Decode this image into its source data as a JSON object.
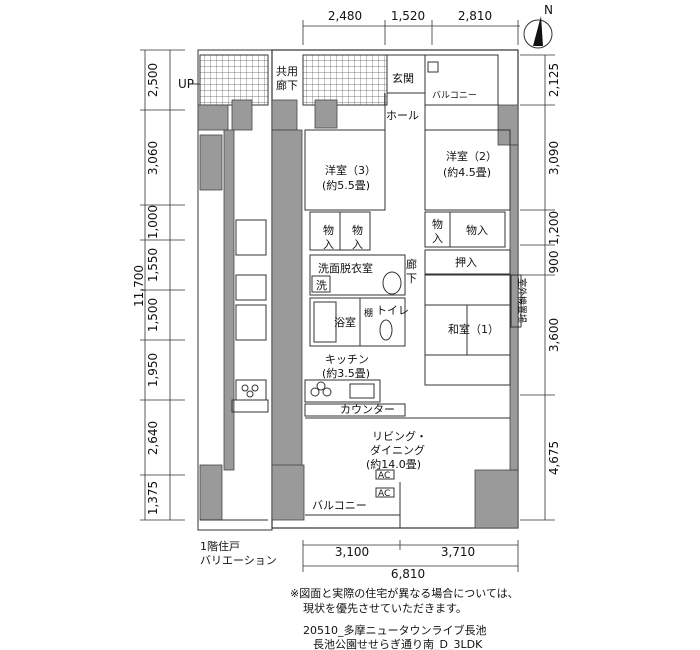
{
  "dimensions_top": [
    "2,480",
    "1,520",
    "2,810"
  ],
  "dimensions_bottom_sub": [
    "3,100",
    "3,710"
  ],
  "dimensions_bottom_total": "6,810",
  "dimensions_left": [
    "2,500",
    "3,060",
    "1,000",
    "1,550",
    "1,500",
    "1,950",
    "2,640",
    "1,375"
  ],
  "dimension_left_total": "11,700",
  "dimensions_right": [
    "2,125",
    "3,090",
    "1,200",
    "900",
    "3,600",
    "4,675"
  ],
  "compass_label": "N",
  "rooms": {
    "up": "UP",
    "shared_corridor": [
      "共用",
      "廊下"
    ],
    "entrance": "玄関",
    "balcony_top": "バルコニー",
    "hall": "ホール",
    "western3": [
      "洋室（3）",
      "(約5.5畳)"
    ],
    "western2": [
      "洋室（2）",
      "(約4.5畳)"
    ],
    "storage": "物入",
    "storage_small": [
      "物",
      "入"
    ],
    "closet": "押入",
    "corridor": [
      "廊",
      "下"
    ],
    "washroom": "洗面脱衣室",
    "washer": "洗",
    "bath": "浴室",
    "toilet": "トイレ",
    "shelf": [
      "棚"
    ],
    "japanese": "和室（1）",
    "kitchen": [
      "キッチン",
      "(約3.5畳)"
    ],
    "counter": "カウンター",
    "living": [
      "リビング・",
      "ダイニング",
      "(約14.0畳)"
    ],
    "ac": "AC",
    "balcony_bottom": "バルコニー",
    "outdoor_unit": "室外機置場"
  },
  "variation_label": [
    "1階住戸",
    "バリエーション"
  ],
  "note": [
    "※図面と実際の住宅が異なる場合については、",
    "現状を優先させていただきます。"
  ],
  "caption": [
    "20510_多摩ニュータウンライブ長池",
    "長池公園せせらぎ通り南_D_3LDK"
  ]
}
